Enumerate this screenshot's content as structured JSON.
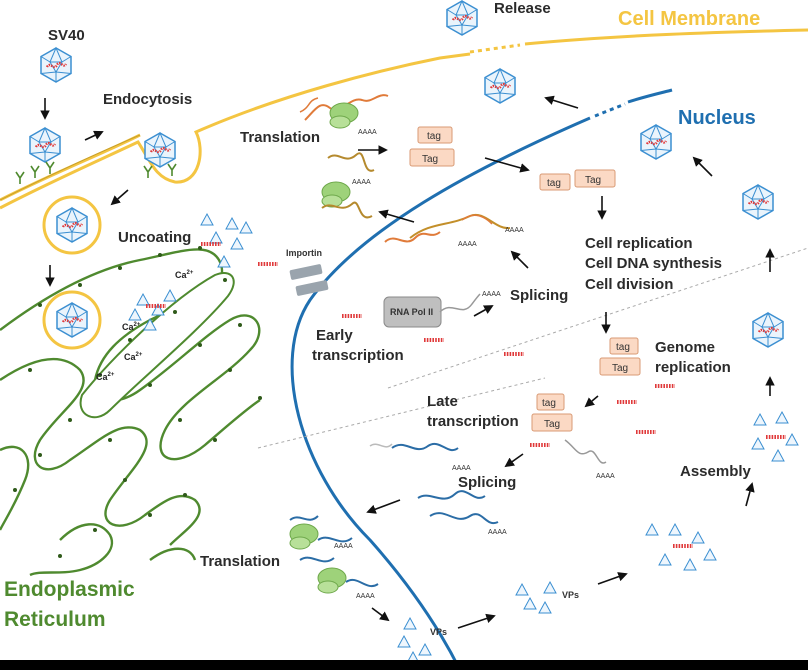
{
  "labels": {
    "sv40": "SV40",
    "endocytosis": "Endocytosis",
    "release": "Release",
    "cell_membrane": "Cell Membrane",
    "nucleus": "Nucleus",
    "translation_top": "Translation",
    "uncoating": "Uncoating",
    "importin": "Importin",
    "early_transcription_1": "Early",
    "early_transcription_2": "transcription",
    "rna_pol": "RNA Pol II",
    "splicing_top": "Splicing",
    "cell_rep_1": "Cell replication",
    "cell_rep_2": "Cell DNA synthesis",
    "cell_rep_3": "Cell division",
    "genome_rep_1": "Genome",
    "genome_rep_2": "replication",
    "late_transcription_1": "Late",
    "late_transcription_2": "transcription",
    "splicing_bottom": "Splicing",
    "assembly": "Assembly",
    "translation_bottom": "Translation",
    "vps_1": "VPs",
    "vps_2": "VPs",
    "er_1": "Endoplasmic",
    "er_2": "Reticulum",
    "aaaa": "AAAA",
    "tag_small": "tag",
    "tag_large": "Tag",
    "ca": "Ca",
    "ca_sup": "2+"
  },
  "colors": {
    "membrane": "#f4c542",
    "nucleus": "#1f6fb0",
    "er": "#4f8a2f",
    "virus": "#3b8fd1",
    "dna": "#e0393a",
    "tag_fill": "#fbd9c4",
    "ribosome": "#9ed27a"
  }
}
